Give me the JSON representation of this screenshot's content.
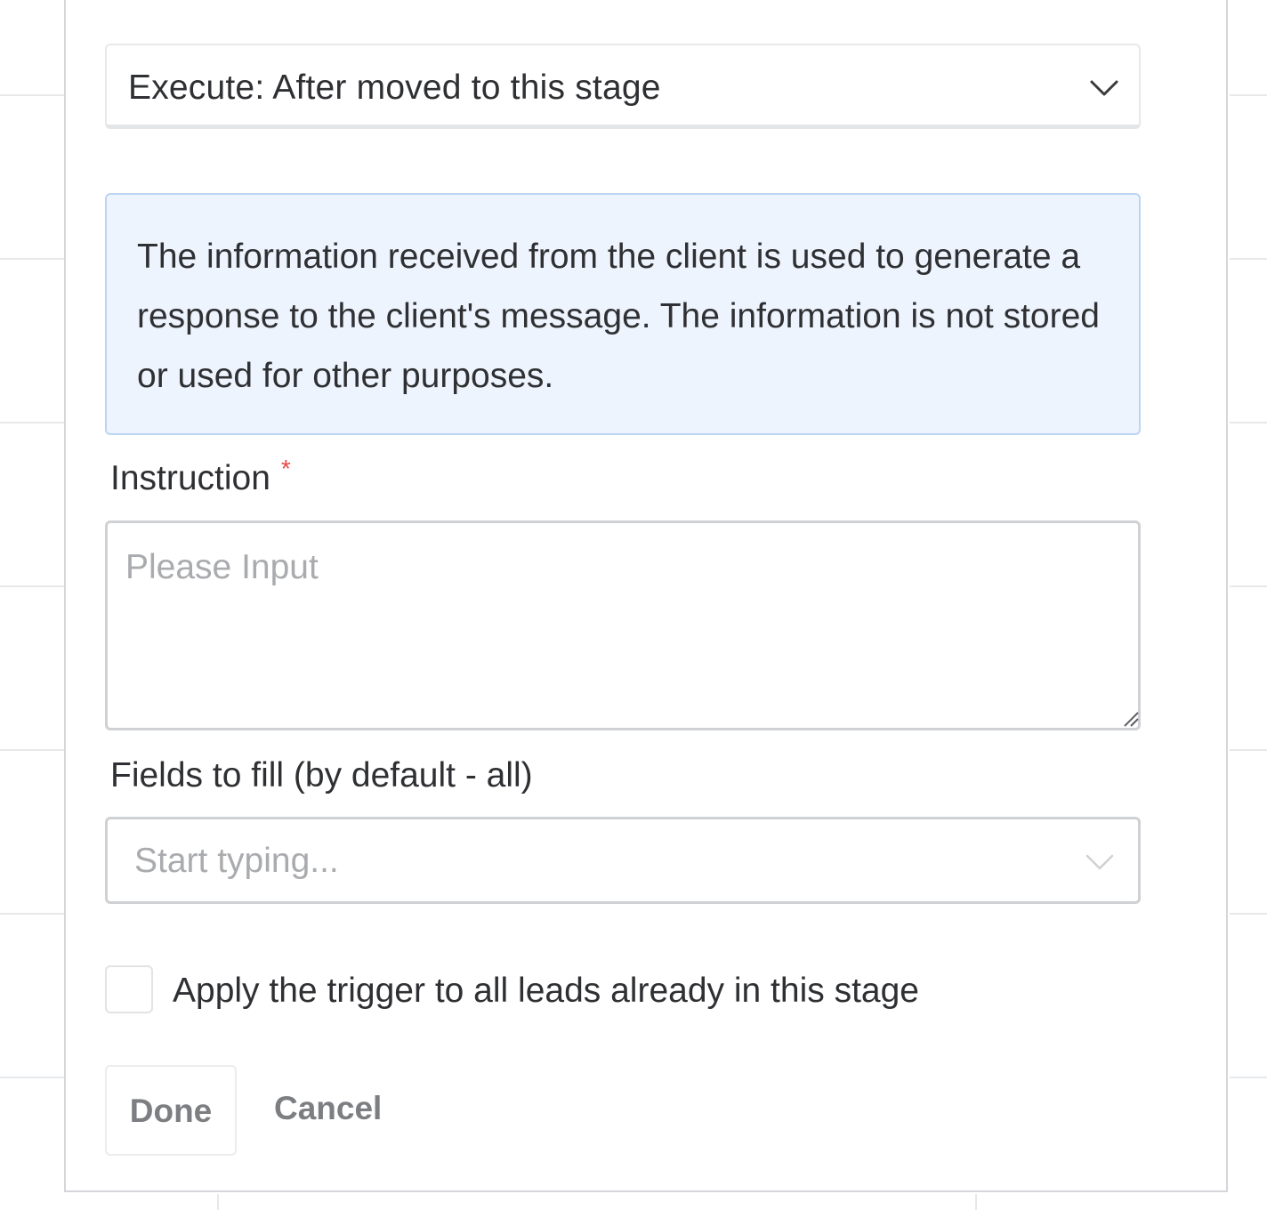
{
  "execute_select": {
    "value": "Execute: After moved to this stage"
  },
  "info_notice": {
    "text": "The information received from the client is used to generate a response to the client's message. The information is not stored or used for other purposes."
  },
  "instruction": {
    "label": "Instruction",
    "required_mark": "*",
    "placeholder": "Please Input"
  },
  "fields_to_fill": {
    "label": "Fields to fill (by default - all)",
    "placeholder": "Start typing..."
  },
  "apply_trigger": {
    "label": "Apply the trigger to all leads already in this stage",
    "checked": false
  },
  "actions": {
    "done_label": "Done",
    "cancel_label": "Cancel"
  },
  "colors": {
    "required": "#e8484a",
    "info_background": "#eef4fd",
    "info_border": "#bcd4f3",
    "muted_button_text": "#7c7e82"
  }
}
